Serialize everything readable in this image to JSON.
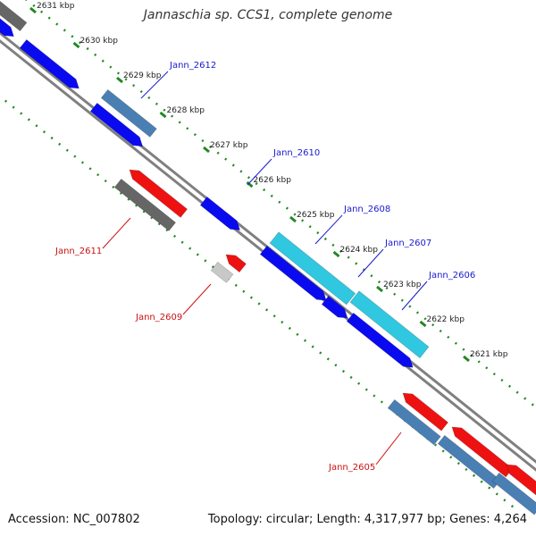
{
  "title": "Jannaschia sp. CCS1, complete genome",
  "footer": {
    "accession": "Accession: NC_007802",
    "summary": "Topology: circular; Length: 4,317,977 bp; Genes: 4,264"
  },
  "colors": {
    "axis": "#808080",
    "tick": "#228822",
    "forward_gene": "#0a0af0",
    "forward_gene_alt": "#4a7fb4",
    "reverse_gene": "#ee1111",
    "reverse_gene_alt": "#666666",
    "rna_gene": "#30c8e0",
    "pseudo_gene": "#c8c8c8",
    "forward_label": "#1a1ad0",
    "reverse_label": "#cc1111"
  },
  "scale_ticks": [
    {
      "label": "2631 kbp",
      "kbp": 2631
    },
    {
      "label": "2630 kbp",
      "kbp": 2630
    },
    {
      "label": "2629 kbp",
      "kbp": 2629
    },
    {
      "label": "2628 kbp",
      "kbp": 2628
    },
    {
      "label": "2627 kbp",
      "kbp": 2627
    },
    {
      "label": "2626 kbp",
      "kbp": 2626
    },
    {
      "label": "2625 kbp",
      "kbp": 2625
    },
    {
      "label": "2624 kbp",
      "kbp": 2624
    },
    {
      "label": "2623 kbp",
      "kbp": 2623
    },
    {
      "label": "2622 kbp",
      "kbp": 2622
    },
    {
      "label": "2621 kbp",
      "kbp": 2621
    }
  ],
  "gene_labels": [
    {
      "name": "Jann_2612",
      "strand": "forward"
    },
    {
      "name": "Jann_2610",
      "strand": "forward"
    },
    {
      "name": "Jann_2608",
      "strand": "forward"
    },
    {
      "name": "Jann_2607",
      "strand": "forward"
    },
    {
      "name": "Jann_2606",
      "strand": "forward"
    },
    {
      "name": "Jann_2611",
      "strand": "reverse"
    },
    {
      "name": "Jann_2609",
      "strand": "reverse"
    },
    {
      "name": "Jann_2605",
      "strand": "reverse"
    }
  ]
}
